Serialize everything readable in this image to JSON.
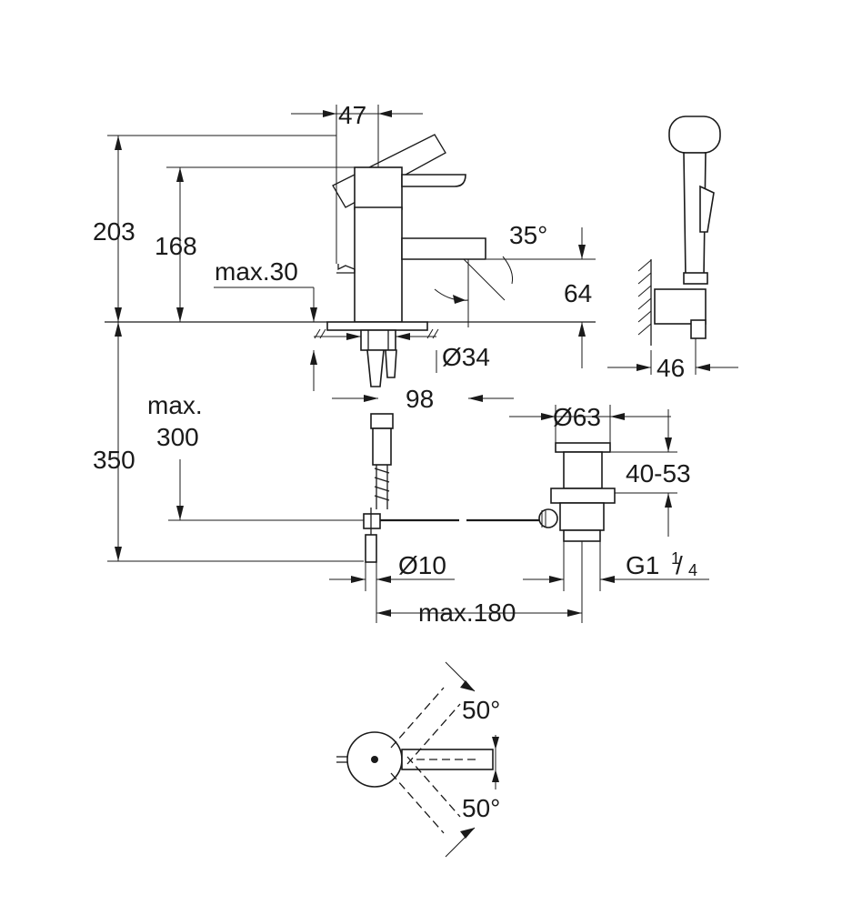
{
  "dimensions": {
    "width_47": "47",
    "height_203": "203",
    "height_168": "168",
    "max_30": "max.30",
    "angle_35": "35°",
    "dim_64": "64",
    "dia_34": "Ø34",
    "dim_98": "98",
    "max_300_line1": "max.",
    "max_300_line2": "300",
    "depth_350": "350",
    "dia_63": "Ø63",
    "range_40_53": "40-53",
    "dia_10": "Ø10",
    "thread_g1": "G1",
    "thread_num": "1",
    "thread_den": "4",
    "max_180": "max.180",
    "dim_46": "46",
    "angle_50_top": "50°",
    "angle_50_bottom": "50°"
  }
}
